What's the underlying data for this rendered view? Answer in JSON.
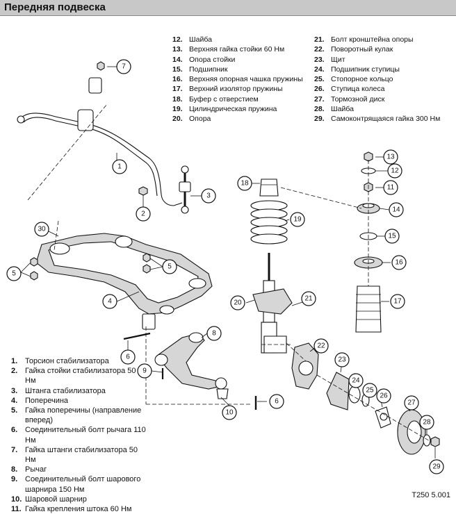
{
  "header": {
    "title": "Передняя подвеска"
  },
  "legend_left": [
    {
      "num": "1.",
      "text": "Торсион стабилизатора"
    },
    {
      "num": "2.",
      "text": "Гайка стойки стабилизатора 50 Нм"
    },
    {
      "num": "3.",
      "text": "Штанга стабилизатора"
    },
    {
      "num": "4.",
      "text": "Поперечина"
    },
    {
      "num": "5.",
      "text": "Гайка поперечины (направление вперед)"
    },
    {
      "num": "6.",
      "text": "Соединительный болт рычага 110 Нм"
    },
    {
      "num": "7.",
      "text": "Гайка штанги стабилизатора 50 Нм"
    },
    {
      "num": "8.",
      "text": "Рычаг"
    },
    {
      "num": "9.",
      "text": "Соединительный болт шарового шарнира 150 Нм"
    },
    {
      "num": "10.",
      "text": "Шаровой шарнир"
    },
    {
      "num": "11.",
      "text": "Гайка крепления штока 60 Нм"
    }
  ],
  "legend_mid": [
    {
      "num": "12.",
      "text": "Шайба"
    },
    {
      "num": "13.",
      "text": "Верхняя гайка стойки 60 Нм"
    },
    {
      "num": "14.",
      "text": "Опора стойки"
    },
    {
      "num": "15.",
      "text": "Подшипник"
    },
    {
      "num": "16.",
      "text": "Верхняя опорная чашка пружины"
    },
    {
      "num": "17.",
      "text": "Верхний изолятор пружины"
    },
    {
      "num": "18.",
      "text": "Буфер с отверстием"
    },
    {
      "num": "19.",
      "text": "Цилиндрическая пружина"
    },
    {
      "num": "20.",
      "text": "Опора"
    }
  ],
  "legend_right": [
    {
      "num": "21.",
      "text": "Болт кронштейна опоры"
    },
    {
      "num": "22.",
      "text": "Поворотный кулак"
    },
    {
      "num": "23.",
      "text": "Щит"
    },
    {
      "num": "24.",
      "text": "Подшипник ступицы"
    },
    {
      "num": "25.",
      "text": "Стопорное кольцо"
    },
    {
      "num": "26.",
      "text": "Ступица колеса"
    },
    {
      "num": "27.",
      "text": "Тормозной диск"
    },
    {
      "num": "28.",
      "text": "Шайба"
    },
    {
      "num": "29.",
      "text": "Самоконтрящаяся гайка 300 Нм"
    }
  ],
  "callouts": {
    "c1": "1",
    "c2": "2",
    "c3": "3",
    "c4": "4",
    "c5a": "5",
    "c5b": "5",
    "c6a": "6",
    "c6b": "6",
    "c7": "7",
    "c8": "8",
    "c9": "9",
    "c10": "10",
    "c11": "11",
    "c12": "12",
    "c13": "13",
    "c14": "14",
    "c15": "15",
    "c16": "16",
    "c17": "17",
    "c18": "18",
    "c19": "19",
    "c20": "20",
    "c21": "21",
    "c22": "22",
    "c23": "23",
    "c24": "24",
    "c25": "25",
    "c26": "26",
    "c27": "27",
    "c28": "28",
    "c29": "29",
    "c30": "30"
  },
  "figure_code": "T250 5.001"
}
